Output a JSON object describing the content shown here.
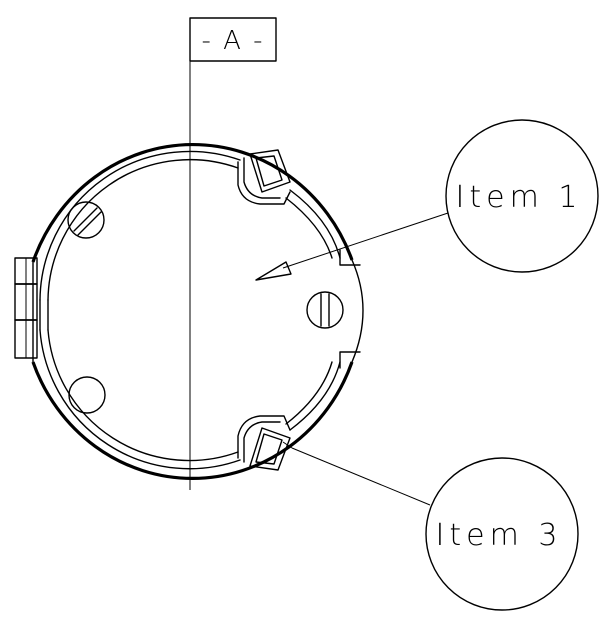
{
  "section_marker": {
    "label": "- A -"
  },
  "callouts": [
    {
      "id": "item-1",
      "label": "Item 1"
    },
    {
      "id": "item-3",
      "label": "Item 3"
    }
  ],
  "colors": {
    "line": "#000000",
    "background": "#ffffff"
  }
}
